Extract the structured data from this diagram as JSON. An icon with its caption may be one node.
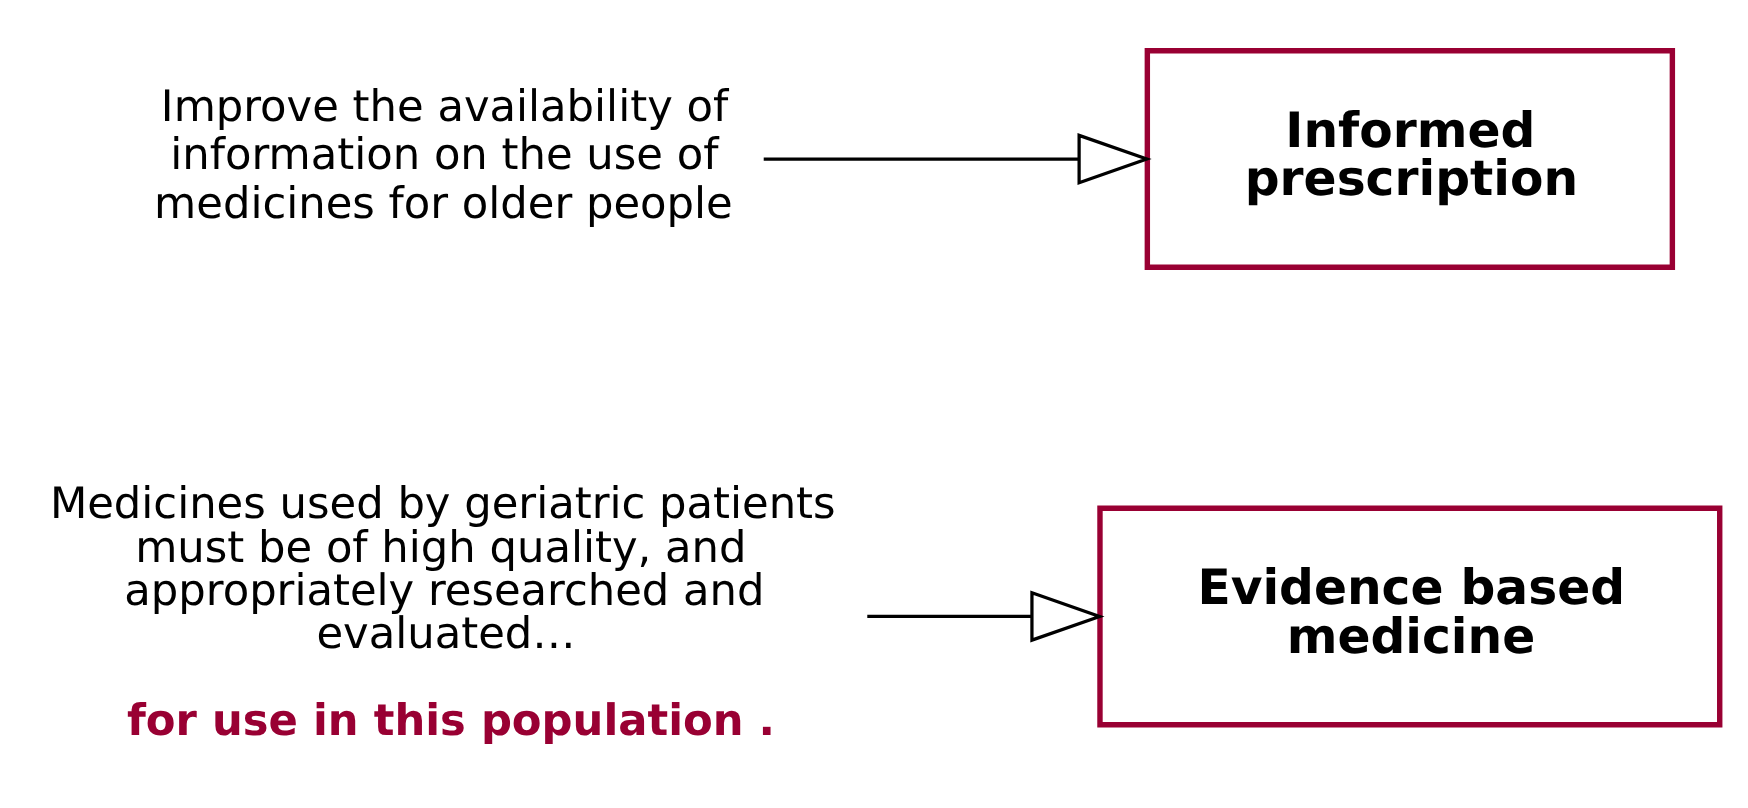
{
  "diagram": {
    "nodes": [
      {
        "text": [
          "Medicines used by geriatric patients must be of high quality, and appropriately researched and evaluated…",
          "for use in this population ."
        ]
      },
      {
        "text": [
          "Evidence based medicine"
        ]
      },
      {
        "text": [
          "Improve the availability of information on the use of medicines for older people"
        ]
      },
      {
        "text": [
          "Informed prescription"
        ]
      }
    ],
    "edges": [
      {
        "from": 0,
        "to": 1,
        "arrow": "to"
      },
      {
        "from": 2,
        "to": 3,
        "arrow": "to"
      }
    ]
  }
}
